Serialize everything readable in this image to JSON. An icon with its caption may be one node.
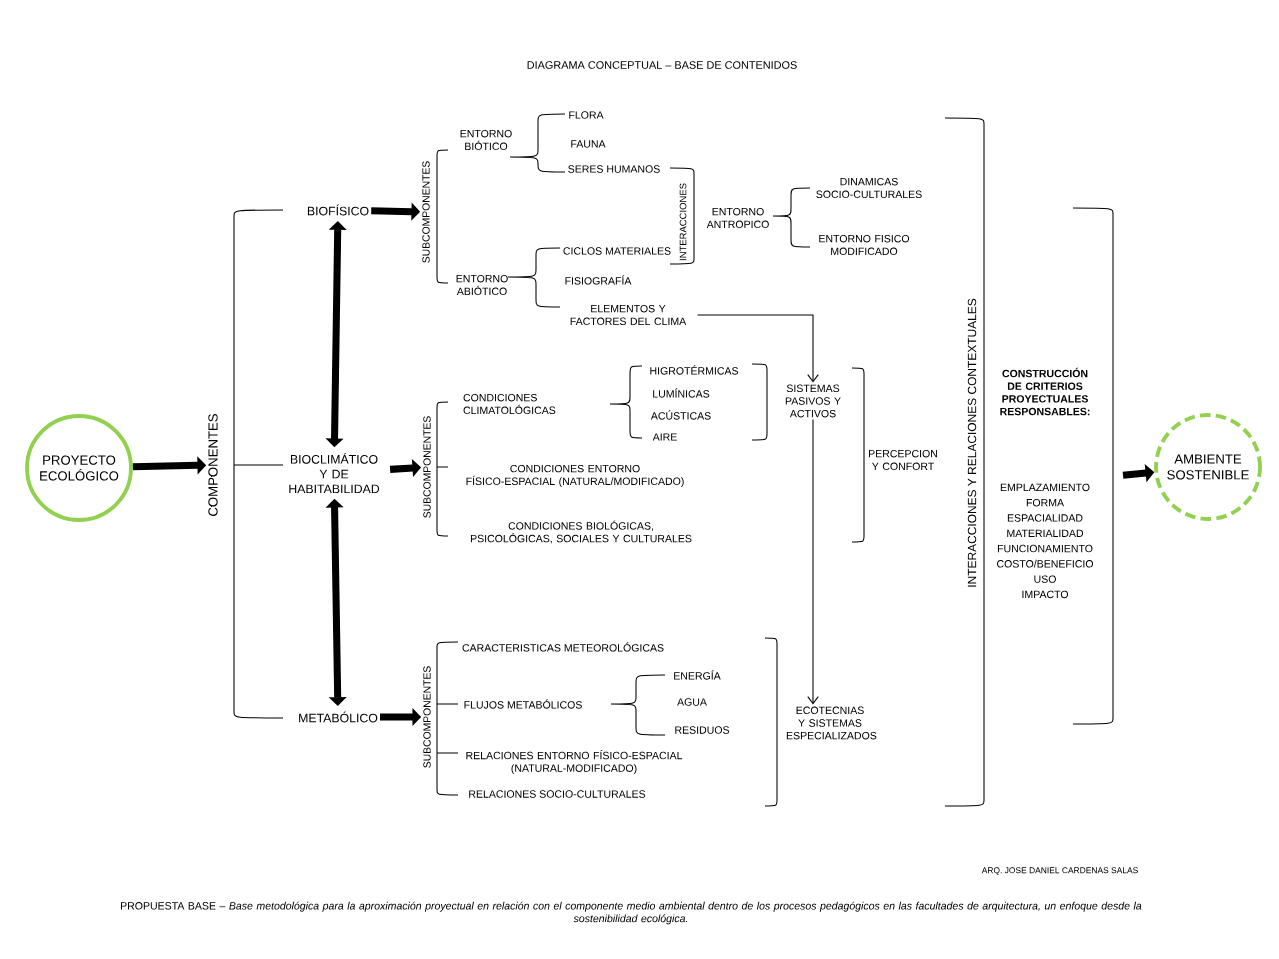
{
  "diagram": {
    "title": "DIAGRAMA CONCEPTUAL – BASE DE CONTENIDOS",
    "caption": "PROPUESTA BASE – *Base metodológica para la aproximación proyectual en relación con el componente medio ambiental dentro de los procesos pedagógicos en las facultades de arquitectura, un enfoque desde la sostenibilidad ecológica.*",
    "nodes": [
      {
        "text": [
          "PROYECTO ECOLÓGICO"
        ]
      },
      {
        "text": [
          "COMPONENTES"
        ]
      },
      {
        "text": [
          "BIOFÍSICO"
        ]
      },
      {
        "text": [
          "SUBCOMPONENTES"
        ]
      },
      {
        "text": [
          "BIOCLIMÁTICO Y DE HABITABILIDAD"
        ]
      },
      {
        "text": [
          "SUBCOMPONENTES"
        ]
      },
      {
        "text": [
          "METABÓLICO"
        ]
      },
      {
        "text": [
          "SUBCOMPONENTES"
        ]
      },
      {
        "text": [
          "ELEMENTOS Y FACTORES DEL CLIMA"
        ]
      },
      {
        "text": [
          "SISTEMAS PASIVOS Y ACTIVOS"
        ]
      },
      {
        "text": [
          "ECOTECNIAS Y SISTEMAS ESPECIALIZADOS"
        ]
      },
      {
        "text": [
          "**CONSTRUCCIÓN DE CRITERIOS PROYECTUALES RESPONSABLES**:",
          "EMPLAZAMIENTO",
          "FORMA",
          "ESPACIALIDAD",
          "MATERIALIDAD",
          "FUNCIONAMIENTO",
          "COSTO/BENEFICIO",
          "USO",
          "IMPACTO"
        ]
      },
      {
        "text": [
          "AMBIENTE SOSTENIBLE"
        ]
      }
    ],
    "edges": [
      {
        "from": 0,
        "to": 1,
        "arrow": "to"
      },
      {
        "from": 2,
        "to": 3,
        "arrow": "to"
      },
      {
        "from": 4,
        "to": 5,
        "arrow": "to"
      },
      {
        "from": 6,
        "to": 7,
        "arrow": "to"
      },
      {
        "from": 2,
        "to": 4,
        "arrow": "both"
      },
      {
        "from": 4,
        "to": 6,
        "arrow": "both"
      },
      {
        "from": 8,
        "to": 9,
        "arrow": "to"
      },
      {
        "from": 9,
        "to": 10,
        "arrow": "to"
      },
      {
        "from": 11,
        "to": 12,
        "arrow": "to"
      }
    ],
    "labels": [
      "ENTORNO BIÓTICO",
      "FLORA",
      "FAUNA",
      "SERES HUMANOS",
      "INTERACCIONES",
      "ENTORNO ANTROPICO",
      "DINAMICAS SOCIO-CULTURALES",
      "ENTORNO FISICO MODIFICADO",
      "CICLOS MATERIALES",
      "ENTORNO ABIÓTICO",
      "FISIOGRAFÍA",
      "CONDICIONES CLIMATOLÓGICAS",
      "HIGROTÉRMICAS",
      "LUMÍNICAS",
      "ACÚSTICAS",
      "AIRE",
      "PERCEPCION Y CONFORT",
      "CONDICIONES ENTORNO FÍSICO-ESPACIAL (NATURAL/MODIFICADO)",
      "CONDICIONES BIOLÓGICAS, PSICOLÓGICAS, SOCIALES Y CULTURALES",
      "CARACTERISTICAS METEOROLÓGICAS",
      "FLUJOS METABÓLICOS",
      "ENERGÍA",
      "AGUA",
      "RESIDUOS",
      "RELACIONES ENTORNO FÍSICO-ESPACIAL (NATURAL-MODIFICADO)",
      "RELACIONES SOCIO-CULTURALES",
      "INTERACCIONES Y RELACIONES CONTEXTUALES",
      "ARQ. JOSE DANIEL CARDENAS SALAS"
    ]
  }
}
